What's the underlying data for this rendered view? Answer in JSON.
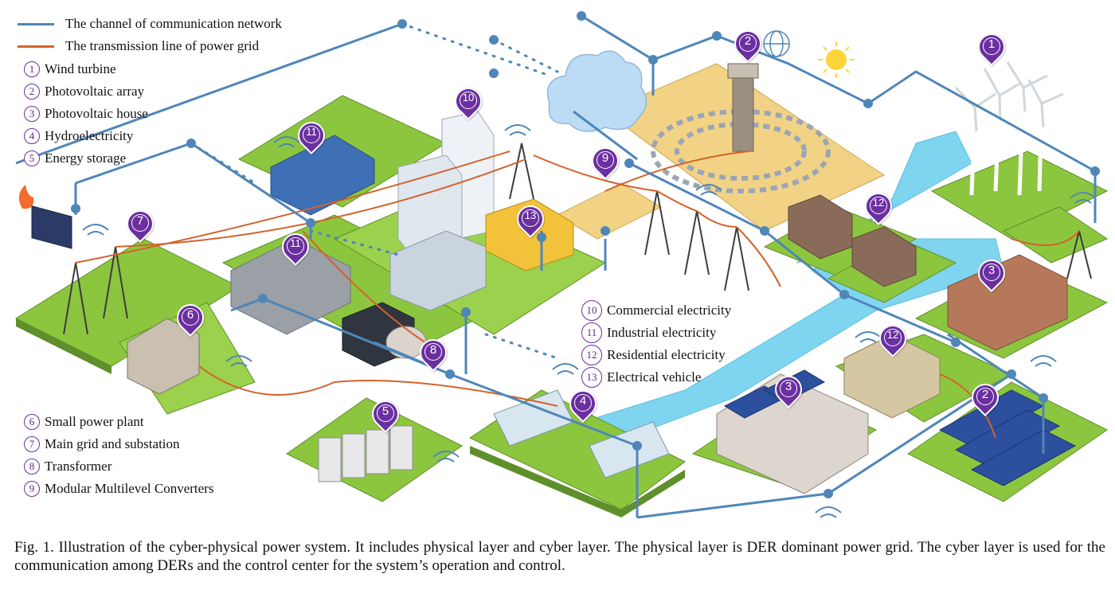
{
  "legend_lines": [
    {
      "label": "The channel of communication network",
      "color": "#4f86b8"
    },
    {
      "label": "The transmission line of power grid",
      "color": "#d4622a"
    }
  ],
  "legend_top": [
    {
      "num": "1",
      "label": "Wind turbine"
    },
    {
      "num": "2",
      "label": "Photovoltaic array"
    },
    {
      "num": "3",
      "label": "Photovoltaic house"
    },
    {
      "num": "4",
      "label": "Hydroelectricity"
    },
    {
      "num": "5",
      "label": "Energy storage"
    }
  ],
  "legend_middle": [
    {
      "num": "10",
      "label": "Commercial electricity"
    },
    {
      "num": "11",
      "label": "Industrial electricity"
    },
    {
      "num": "12",
      "label": "Residential electricity"
    },
    {
      "num": "13",
      "label": "Electrical vehicle"
    }
  ],
  "legend_bottom": [
    {
      "num": "6",
      "label": "Small power plant"
    },
    {
      "num": "7",
      "label": "Main grid and substation"
    },
    {
      "num": "8",
      "label": "Transformer"
    },
    {
      "num": "9",
      "label": "Modular Multilevel Converters"
    }
  ],
  "markers": [
    "1",
    "2",
    "3",
    "4",
    "5",
    "6",
    "7",
    "8",
    "9",
    "10",
    "11",
    "11",
    "12",
    "12",
    "13",
    "3",
    "2"
  ],
  "caption": "Fig. 1. Illustration of the cyber-physical power system. It includes physical layer and cyber layer. The physical layer is DER dominant power grid. The cyber layer is used for the communication among DERs and the control center for the system’s operation and control.",
  "colors": {
    "marker": "#6b2fa0",
    "grass": "#8cc63f",
    "river": "#7fd4f0",
    "comm": "#4f86b8",
    "power": "#d4622a"
  }
}
